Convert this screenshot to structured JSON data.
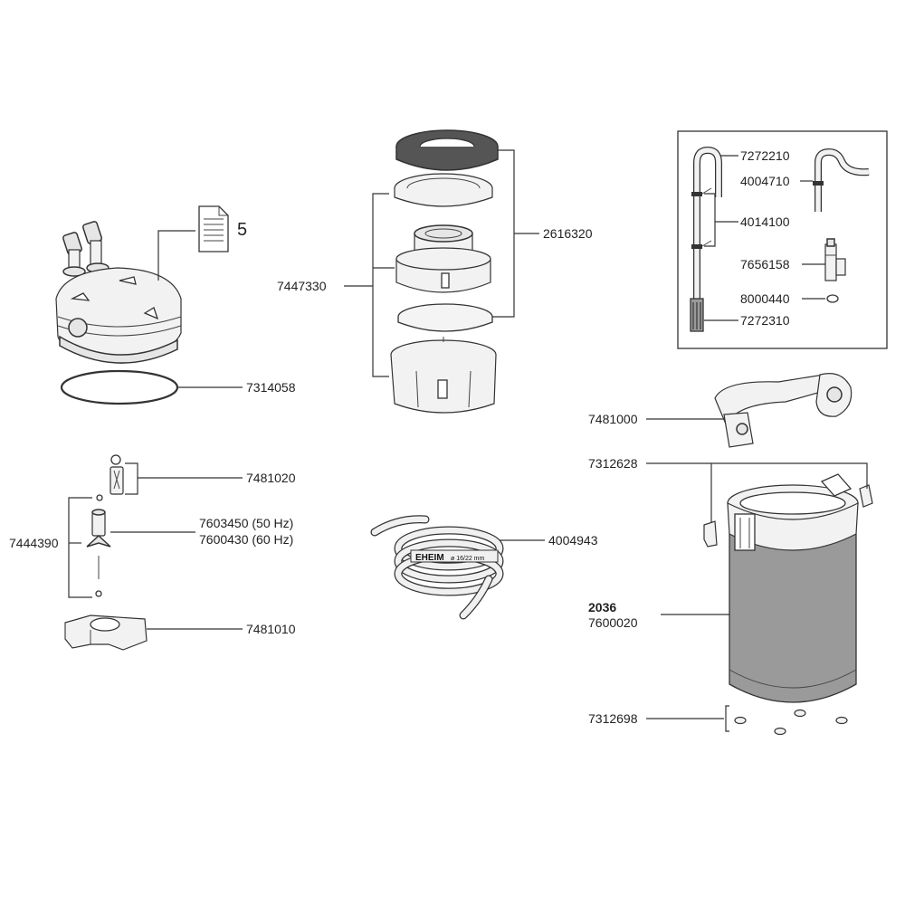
{
  "labels": {
    "doc_number": "5",
    "p7314058": "7314058",
    "p7447330": "7447330",
    "p2616320": "2616320",
    "p7272210": "7272210",
    "p4004710": "4004710",
    "p4014100": "4014100",
    "p7656158": "7656158",
    "p8000440": "8000440",
    "p7272310": "7272310",
    "p7481020": "7481020",
    "p7444390": "7444390",
    "p7603450": "7603450 (50 Hz)",
    "p7600430": "7600430 (60 Hz)",
    "p7481010": "7481010",
    "p4004943": "4004943",
    "p7481000": "7481000",
    "p7312628": "7312628",
    "p2036": "2036",
    "p7600020": "7600020",
    "p7312698": "7312698",
    "hose_brand": "EHEIM",
    "hose_size": "ø 16/22 mm"
  },
  "icons": {
    "document": "document-icon"
  }
}
